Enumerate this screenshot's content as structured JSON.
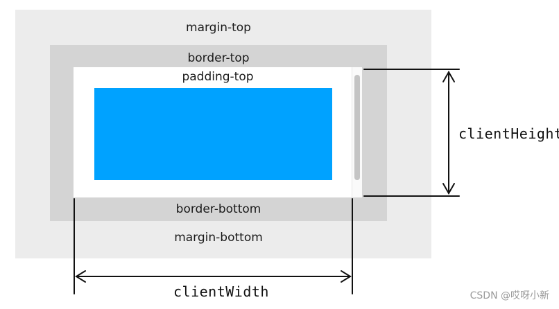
{
  "labels": {
    "margin_top": "margin-top",
    "border_top": "border-top",
    "padding_top": "padding-top",
    "border_bottom": "border-bottom",
    "margin_bottom": "margin-bottom",
    "client_height": "clientHeight",
    "client_width": "clientWidth"
  },
  "watermark": "CSDN @哎呀小新",
  "colors": {
    "margin": "#ececec",
    "border": "#d4d4d4",
    "padding": "#ffffff",
    "content": "#00a2ff",
    "scrollbar_thumb": "#c4c4c4",
    "annotation": "#111111"
  },
  "icons": {
    "scrollbar": "scrollbar-thumb",
    "vertical_arrow": "double-arrow-vertical",
    "horizontal_arrow": "double-arrow-horizontal"
  }
}
